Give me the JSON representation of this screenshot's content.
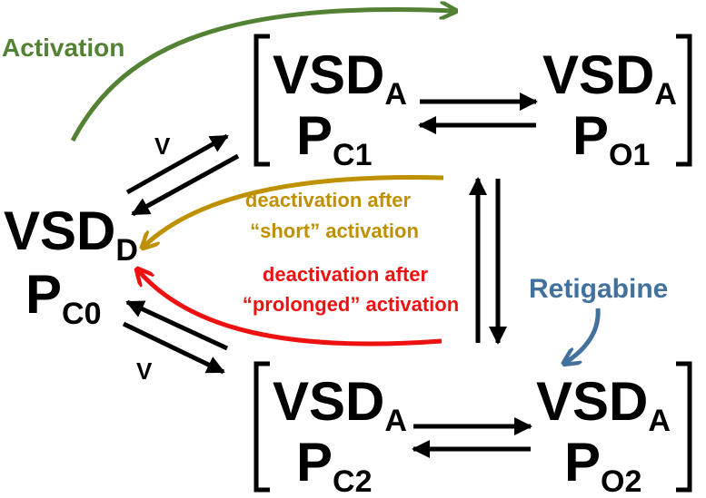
{
  "colors": {
    "activation": "#548235",
    "short": "#BF9000",
    "prolonged": "#EE1111",
    "retigabine": "#41719C",
    "black": "#000000"
  },
  "labels": {
    "activation": "Activation",
    "deact_short_1": "deactivation after",
    "deact_short_2": "“short” activation",
    "deact_prolonged_1": "deactivation after",
    "deact_prolonged_2": "“prolonged” activation",
    "retigabine": "Retigabine",
    "voltage_top": "V",
    "voltage_bottom": "V"
  },
  "states": {
    "d": {
      "main": "VSD",
      "main_sub": "D",
      "p": "P",
      "p_sub": "C0"
    },
    "c1": {
      "main": "VSD",
      "main_sub": "A",
      "p": "P",
      "p_sub": "C1"
    },
    "o1": {
      "main": "VSD",
      "main_sub": "A",
      "p": "P",
      "p_sub": "O1"
    },
    "c2": {
      "main": "VSD",
      "main_sub": "A",
      "p": "P",
      "p_sub": "C2"
    },
    "o2": {
      "main": "VSD",
      "main_sub": "A",
      "p": "P",
      "p_sub": "O2"
    }
  }
}
